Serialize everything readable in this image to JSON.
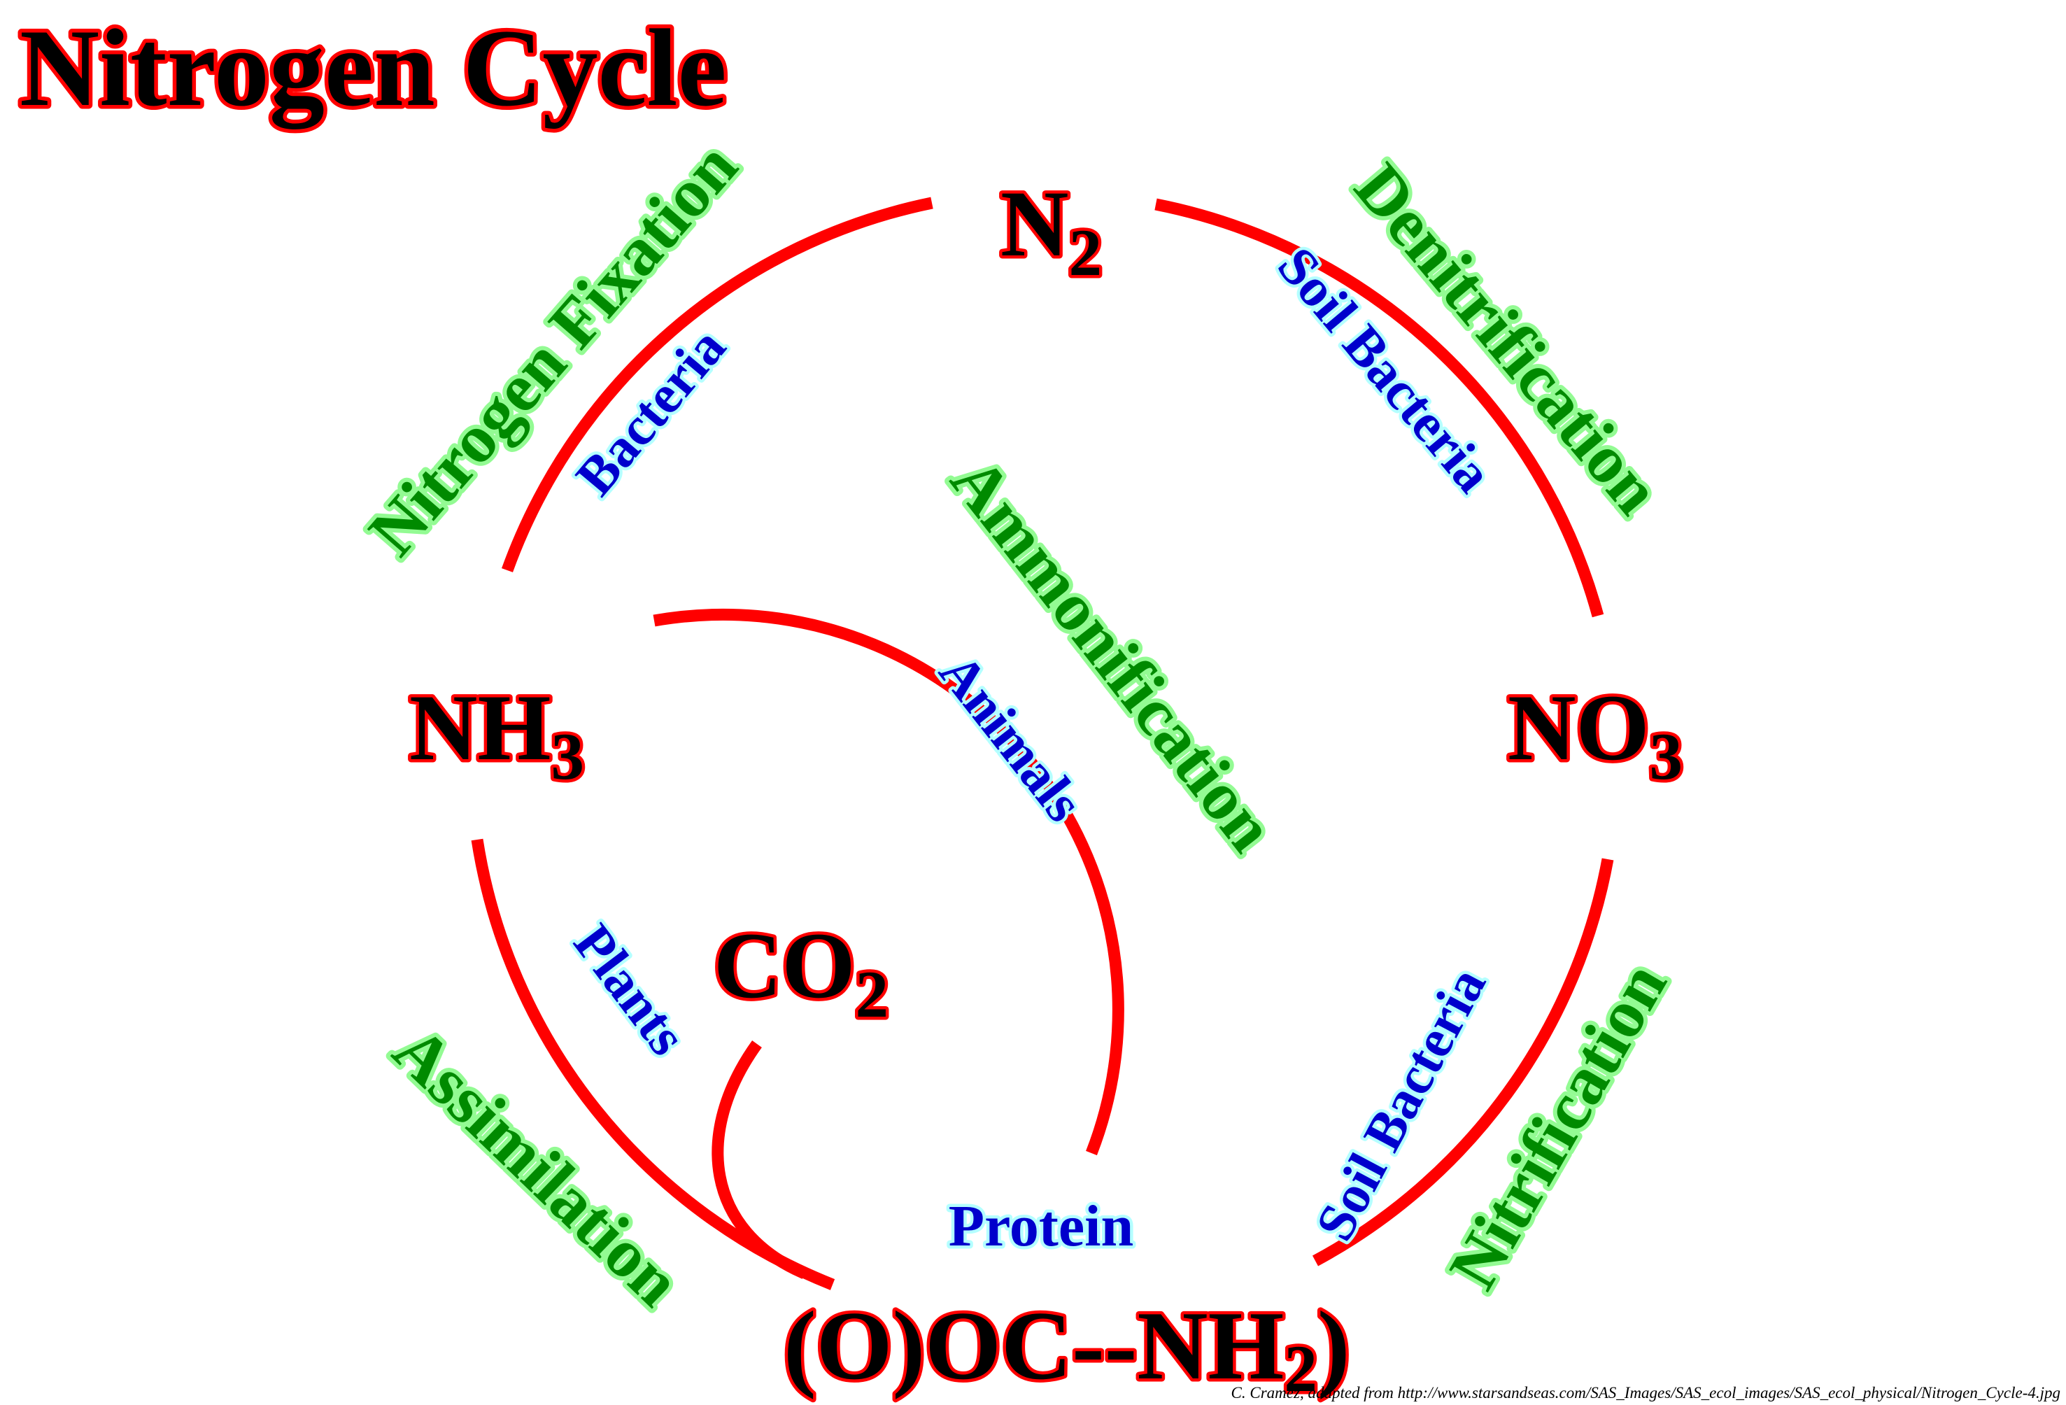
{
  "title": "Nitrogen Cycle",
  "nodes": {
    "n2": {
      "main": "N",
      "sub": "2"
    },
    "nh3": {
      "main": "NH",
      "sub": "3"
    },
    "no3": {
      "main": "NO",
      "sub": "3"
    },
    "co2": {
      "main": "CO",
      "sub": "2"
    },
    "organic": {
      "main": "(O)OC--NH",
      "sub": "2",
      "close": ")"
    }
  },
  "processes": {
    "nitrogen_fixation": {
      "label": "Nitrogen Fixation",
      "agent": "Bacteria"
    },
    "denitrification": {
      "label": "Denitrification",
      "agent": "Soil Bacteria"
    },
    "ammonification": {
      "label": "Ammonification",
      "agent": "Animals"
    },
    "assimilation": {
      "label": "Assimilation",
      "agent": "Plants"
    },
    "nitrification": {
      "label": "Nitrification",
      "agent": "Soil Bacteria"
    }
  },
  "center_label": "Protein",
  "credit": "C. Cramez, adapted from http://www.starsandseas.com/SAS_Images/SAS_ecol_images/SAS_ecol_physical/Nitrogen_Cycle-4.jpg",
  "colors": {
    "arc": "#ff0000",
    "chem_fill": "#000000",
    "chem_outline": "#ff0000",
    "process_fill": "#008a00",
    "process_outline": "#93fb93",
    "agent_fill": "#0000cc",
    "agent_outline": "#b4ffff"
  }
}
